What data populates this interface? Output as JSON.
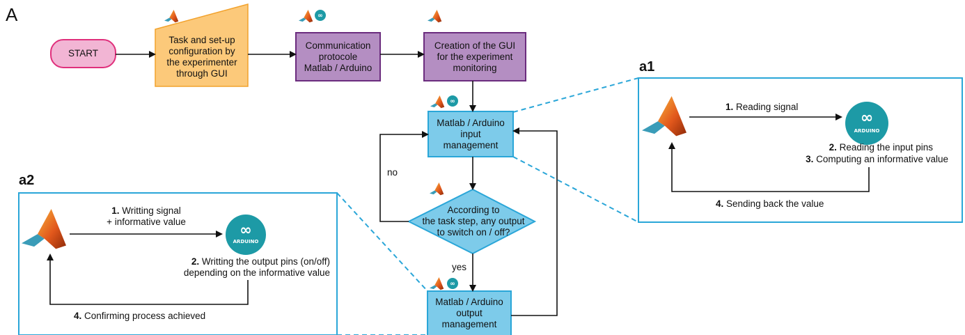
{
  "panel_label": "A",
  "flow": {
    "start": "START",
    "task_config": [
      "Task and set-up",
      "configuration by",
      "the experimenter",
      "through GUI"
    ],
    "communication": [
      "Communication",
      "protocole",
      "Matlab / Arduino"
    ],
    "gui_creation": [
      "Creation of the GUI",
      "for the experiment",
      "monitoring"
    ],
    "input_management": [
      "Matlab / Arduino",
      "input",
      "management"
    ],
    "decision": [
      "According to",
      "the task step, any output",
      "to switch on / off?"
    ],
    "output_management": [
      "Matlab / Arduino",
      "output",
      "management"
    ],
    "no_label": "no",
    "yes_label": "yes"
  },
  "a1": {
    "tag": "a1",
    "step1_num": "1.",
    "step1_text": "Reading signal",
    "step2_num": "2.",
    "step2_text": "Reading the input pins",
    "step3_num": "3.",
    "step3_text": "Computing an informative value",
    "step4_num": "4.",
    "step4_text": "Sending back the value"
  },
  "a2": {
    "tag": "a2",
    "step1_num": "1.",
    "step1_line1": "Writting signal",
    "step1_line2": "+ informative value",
    "step2_num": "2.",
    "step2_line1": "Writting the output pins (on/off)",
    "step2_line2": "depending on the informative value",
    "step4_num": "4.",
    "step4_text": "Confirming process achieved"
  },
  "icons": {
    "matlab": "matlab-logo-icon",
    "arduino": "arduino-logo-icon",
    "arduino_text": "ARDUINO"
  },
  "colors": {
    "start_fill": "#f2b5d4",
    "start_stroke": "#e0307c",
    "task_fill": "#fcc97a",
    "task_stroke": "#f2a22c",
    "process_fill": "#b48ec2",
    "process_stroke": "#6b2c7e",
    "blue_fill": "#7dcbea",
    "blue_stroke": "#2aa6d8",
    "arduino_teal": "#1d9aa6"
  }
}
